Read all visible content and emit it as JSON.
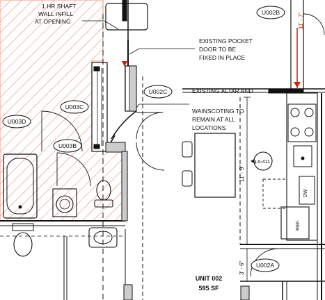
{
  "notes": {
    "shaft_line1": "1 HR SHAFT",
    "shaft_line2": "WALL INFILL",
    "shaft_line3": "AT OPENING",
    "pocket_line1": "EXISTING POCKET",
    "pocket_line2": "DOOR TO BE",
    "pocket_line3": "FIXED IN PLACE",
    "altar_line1": "EXISTING ALTAR AND",
    "altar_line2": "WAINSCOTING TO",
    "altar_line3": "REMAIN AT ALL",
    "altar_line4": "LOCATIONS"
  },
  "door_tags": {
    "u002b": "U002B",
    "u002c": "U002C",
    "u003c": "U003C",
    "u003d": "U003D",
    "u003b": "U003B",
    "u002a": "U002A"
  },
  "room_label": {
    "name": "UNIT 002",
    "area": "595 SF"
  },
  "dimensions": {
    "top_right": "11' - 7\"",
    "mid": "11' - 9\"",
    "lower": "3' - 6\""
  },
  "section_marker": {
    "ref": "A-411",
    "num": "4"
  },
  "appliances": {
    "dishwasher": "DW",
    "refrigerator": "REF."
  },
  "colors": {
    "hatch": "#e8907a",
    "wall": "#111111",
    "red_line": "#cc2200"
  }
}
